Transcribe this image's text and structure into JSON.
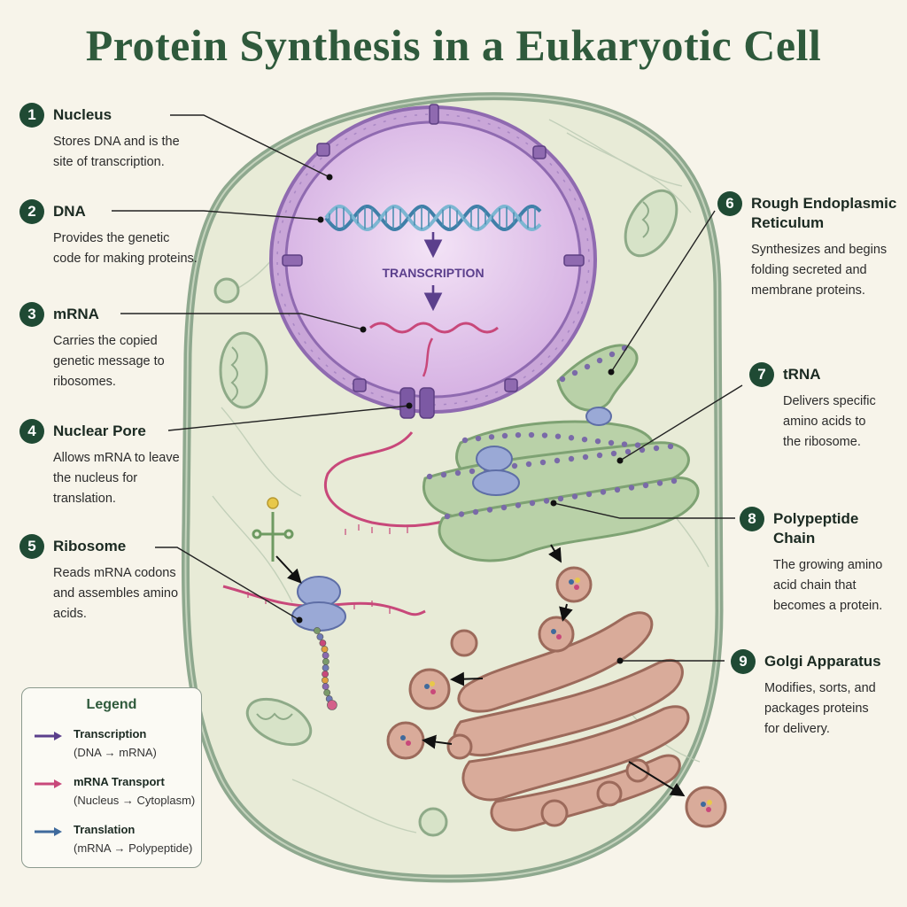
{
  "title": "Protein Synthesis in a Eukaryotic Cell",
  "inner_label": "TRANSCRIPTION",
  "callouts": [
    {
      "num": "1",
      "head": "Nucleus",
      "desc": "Stores DNA and is the site of transcription."
    },
    {
      "num": "2",
      "head": "DNA",
      "desc": "Provides the genetic code for making proteins."
    },
    {
      "num": "3",
      "head": "mRNA",
      "desc": "Carries the copied genetic message to ribosomes."
    },
    {
      "num": "4",
      "head": "Nuclear Pore",
      "desc": "Allows mRNA to leave the nucleus for translation."
    },
    {
      "num": "5",
      "head": "Ribosome",
      "desc": "Reads mRNA codons and assembles amino acids."
    },
    {
      "num": "6",
      "head": "Rough Endoplasmic Reticulum",
      "desc": "Synthesizes and begins folding secreted and membrane proteins."
    },
    {
      "num": "7",
      "head": "tRNA",
      "desc": "Delivers specific amino acids to the ribosome."
    },
    {
      "num": "8",
      "head": "Polypeptide Chain",
      "desc": "The growing amino acid chain that becomes a protein."
    },
    {
      "num": "9",
      "head": "Golgi Apparatus",
      "desc": "Modifies, sorts, and packages proteins for delivery."
    }
  ],
  "legend": {
    "title": "Legend",
    "items": [
      {
        "label": "Transcription",
        "sub": "(DNA → mRNA)",
        "color": "#5b3f8c"
      },
      {
        "label": "mRNA Transport",
        "sub": "(Nucleus → Cytoplasm)",
        "color": "#c8487a"
      },
      {
        "label": "Translation",
        "sub": "(mRNA → Polypeptide)",
        "color": "#3f6a9c"
      }
    ]
  },
  "colors": {
    "title": "#2f5a3c",
    "cytoplasm": "#e9ecd9",
    "nucleus": "#e4c9ee",
    "er": "#a9c79a",
    "golgi": "#d9a898",
    "ribosome": "#9aa9d6",
    "mrna": "#c8487a",
    "dna": "#4a8fb5"
  }
}
